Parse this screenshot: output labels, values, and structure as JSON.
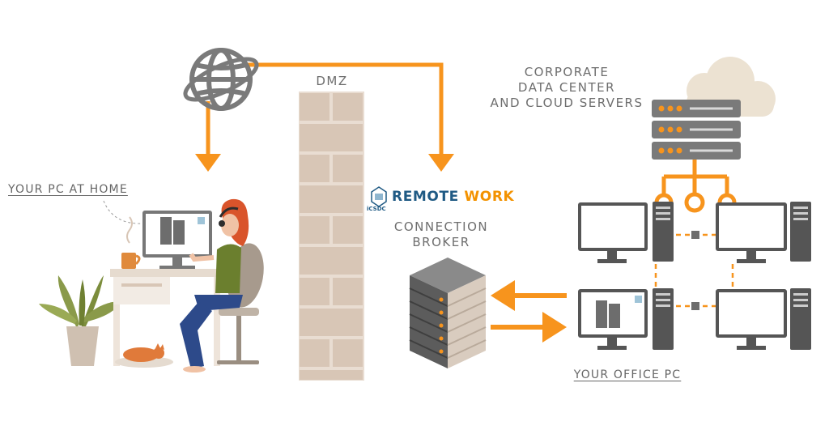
{
  "labels": {
    "dmz": "DMZ",
    "corporate_line1": "CORPORATE",
    "corporate_line2": "DATA CENTER",
    "corporate_line3": "AND CLOUD SERVERS",
    "home_pc": "YOUR PC AT HOME",
    "office_pc": "YOUR OFFICE PC",
    "broker_line1": "CONNECTION",
    "broker_line2": "BROKER"
  },
  "brand": {
    "logo_text": "iCSDC",
    "remote": "REMOTE",
    "work": "WORK"
  },
  "colors": {
    "accent": "#f7941d",
    "brick": "#d8c6b6",
    "server": "#6d6d6d",
    "brand_blue": "#1f5a84",
    "brand_orange": "#f39200"
  }
}
